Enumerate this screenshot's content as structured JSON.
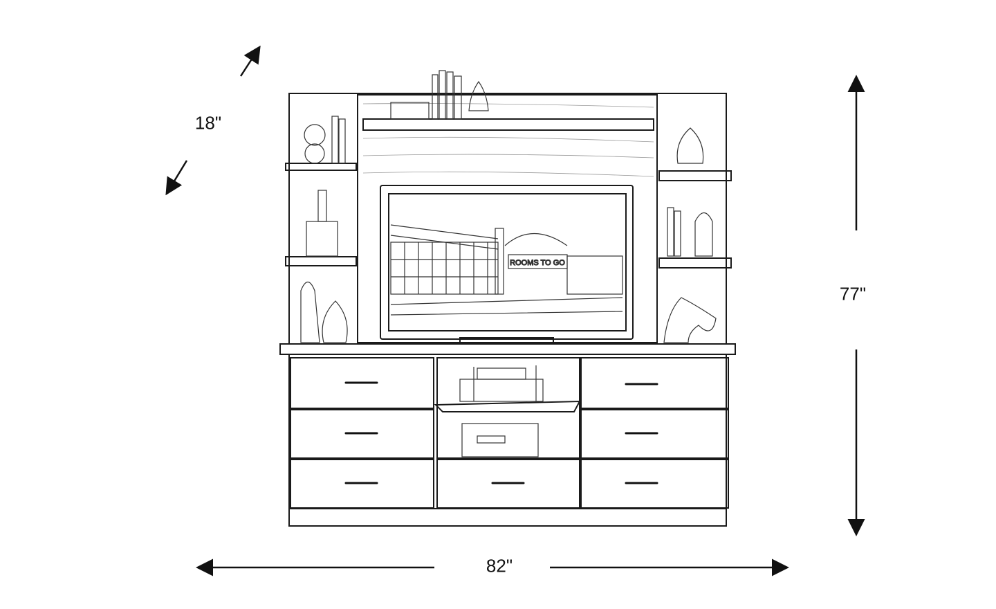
{
  "dimensions": {
    "depth": "18\"",
    "height": "77\"",
    "width": "82\""
  },
  "tv_screen_sign": "ROOMS TO GO",
  "colors": {
    "line": "#1a1a1a",
    "background": "#ffffff"
  }
}
